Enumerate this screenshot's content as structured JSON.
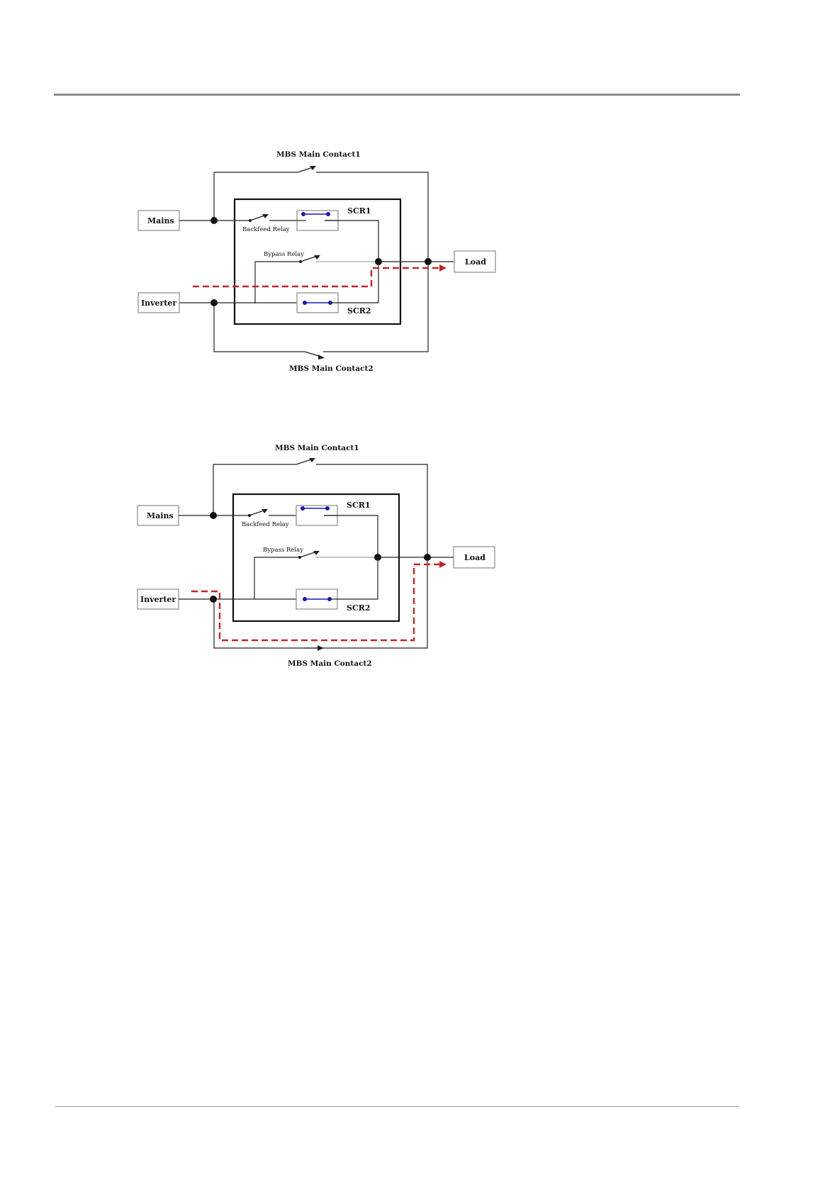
{
  "diagrams": [
    {
      "labels": {
        "contact1": "MBS Main Contact1",
        "contact2": "MBS Main Contact2",
        "mains": "Mains",
        "inverter": "Inverter",
        "load": "Load",
        "scr1": "SCR1",
        "scr2": "SCR2",
        "backfeed": "Backfeed Relay",
        "bypass": "Bypass Relay"
      }
    },
    {
      "labels": {
        "contact1": "MBS Main Contact1",
        "contact2": "MBS Main Contact2",
        "mains": "Mains",
        "inverter": "Inverter",
        "load": "Load",
        "scr1": "SCR1",
        "scr2": "SCR2",
        "backfeed": "Backfeed Relay",
        "bypass": "Bypass Relay"
      }
    }
  ],
  "colors": {
    "wire": "#222222",
    "scr_switch": "#1a1aa8",
    "power_path": "#c0262b",
    "box_border": "#888888"
  }
}
